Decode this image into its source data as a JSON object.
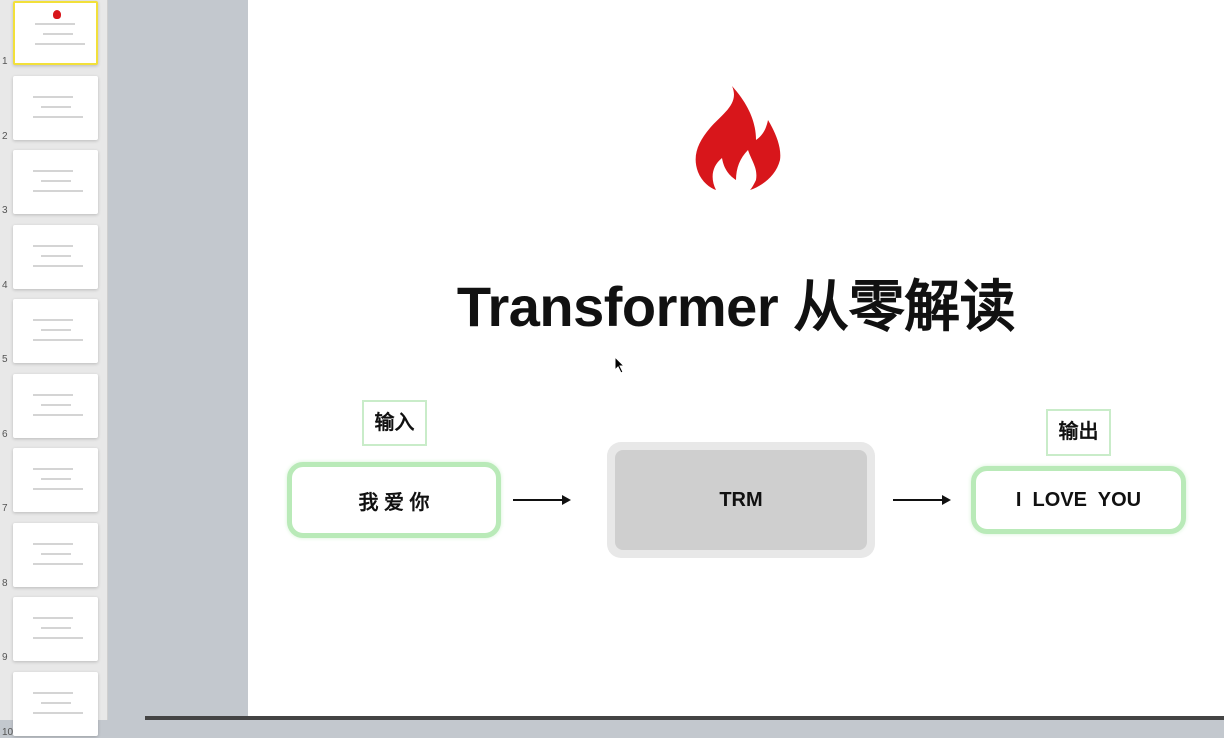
{
  "sidebar": {
    "slides": [
      {
        "number": "1",
        "selected": true
      },
      {
        "number": "2"
      },
      {
        "number": "3"
      },
      {
        "number": "4"
      },
      {
        "number": "5"
      },
      {
        "number": "6"
      },
      {
        "number": "7"
      },
      {
        "number": "8"
      },
      {
        "number": "9"
      },
      {
        "number": "10"
      }
    ]
  },
  "slide": {
    "icon": "flame-icon",
    "title": "Transformer 从零解读",
    "input_label": "输入",
    "input_text": "我 爱 你",
    "model_label": "TRM",
    "output_label": "输出",
    "output_text": "I  LOVE  YOU"
  },
  "colors": {
    "flame": "#d8161b",
    "box_border": "#b9eab8",
    "selection": "#f2e03a"
  }
}
